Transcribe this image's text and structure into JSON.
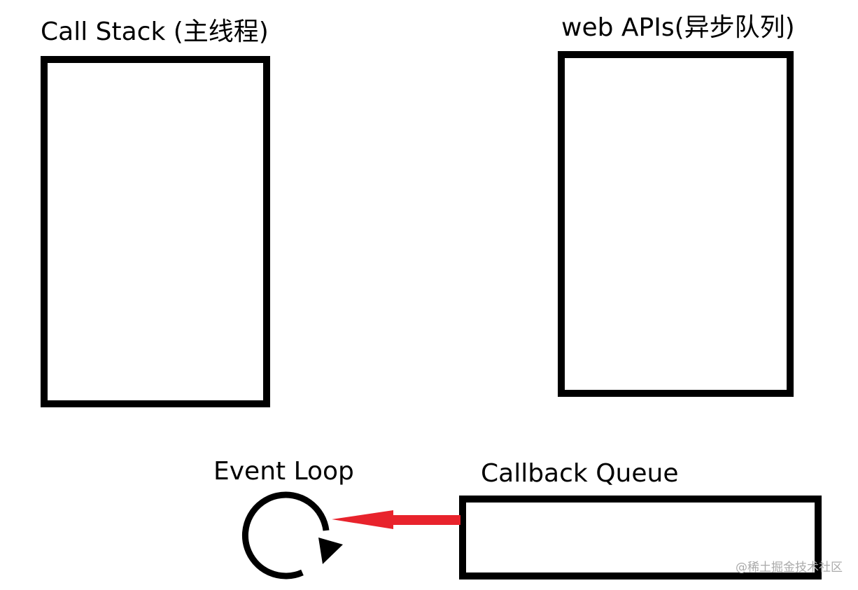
{
  "call_stack": {
    "label": "Call Stack (主线程)"
  },
  "web_apis": {
    "label": "web APIs(异步队列)"
  },
  "event_loop": {
    "label": "Event Loop"
  },
  "callback_queue": {
    "label": "Callback Queue"
  },
  "arrow": {
    "color": "#e8232c"
  },
  "watermark": "@稀土掘金技术社区"
}
